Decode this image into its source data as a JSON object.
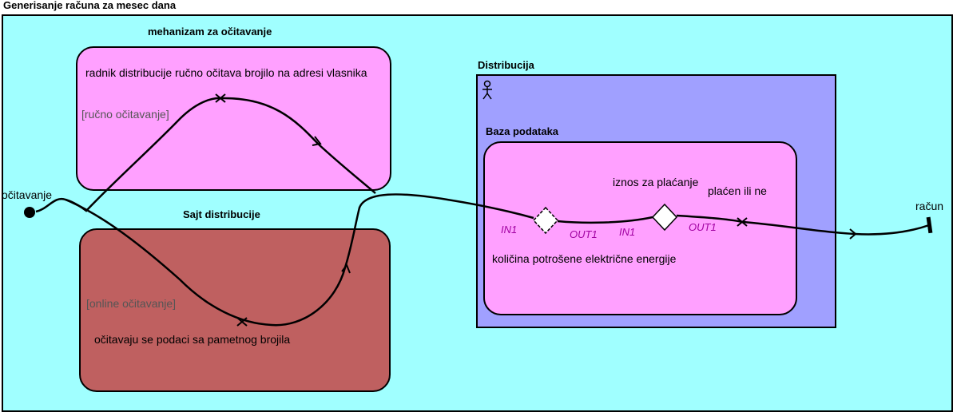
{
  "diagram_title": "Generisanje računa za mesec dana",
  "mechanism": {
    "title": "mehanizam za očitavanje",
    "text": "radnik distribucije ručno očitava brojilo na adresi vlasnika",
    "guard": "[ručno očitavanje]"
  },
  "website": {
    "title": "Sajt distribucije",
    "text": "očitavaju se podaci sa pametnog brojila",
    "guard": "[online očitavanje]"
  },
  "distribution": {
    "title": "Distribucija",
    "database": {
      "title": "Baza podataka",
      "amount_label": "iznos za plaćanje",
      "paid_label": "plaćen ili ne",
      "consumption_label": "količina potrošene električne energije",
      "pin_in_1": "IN1",
      "pin_out_1": "OUT1",
      "pin_in_2": "IN1",
      "pin_out_2": "OUT1"
    }
  },
  "start_label": "očitavanje",
  "end_label": "račun",
  "colors": {
    "background": "#a0ffff",
    "mechanism_fill": "#ffa0ff",
    "website_fill": "#bf6060",
    "distribution_fill": "#a0a0ff",
    "database_fill": "#ffa0ff",
    "pin_text": "#a000a0"
  }
}
